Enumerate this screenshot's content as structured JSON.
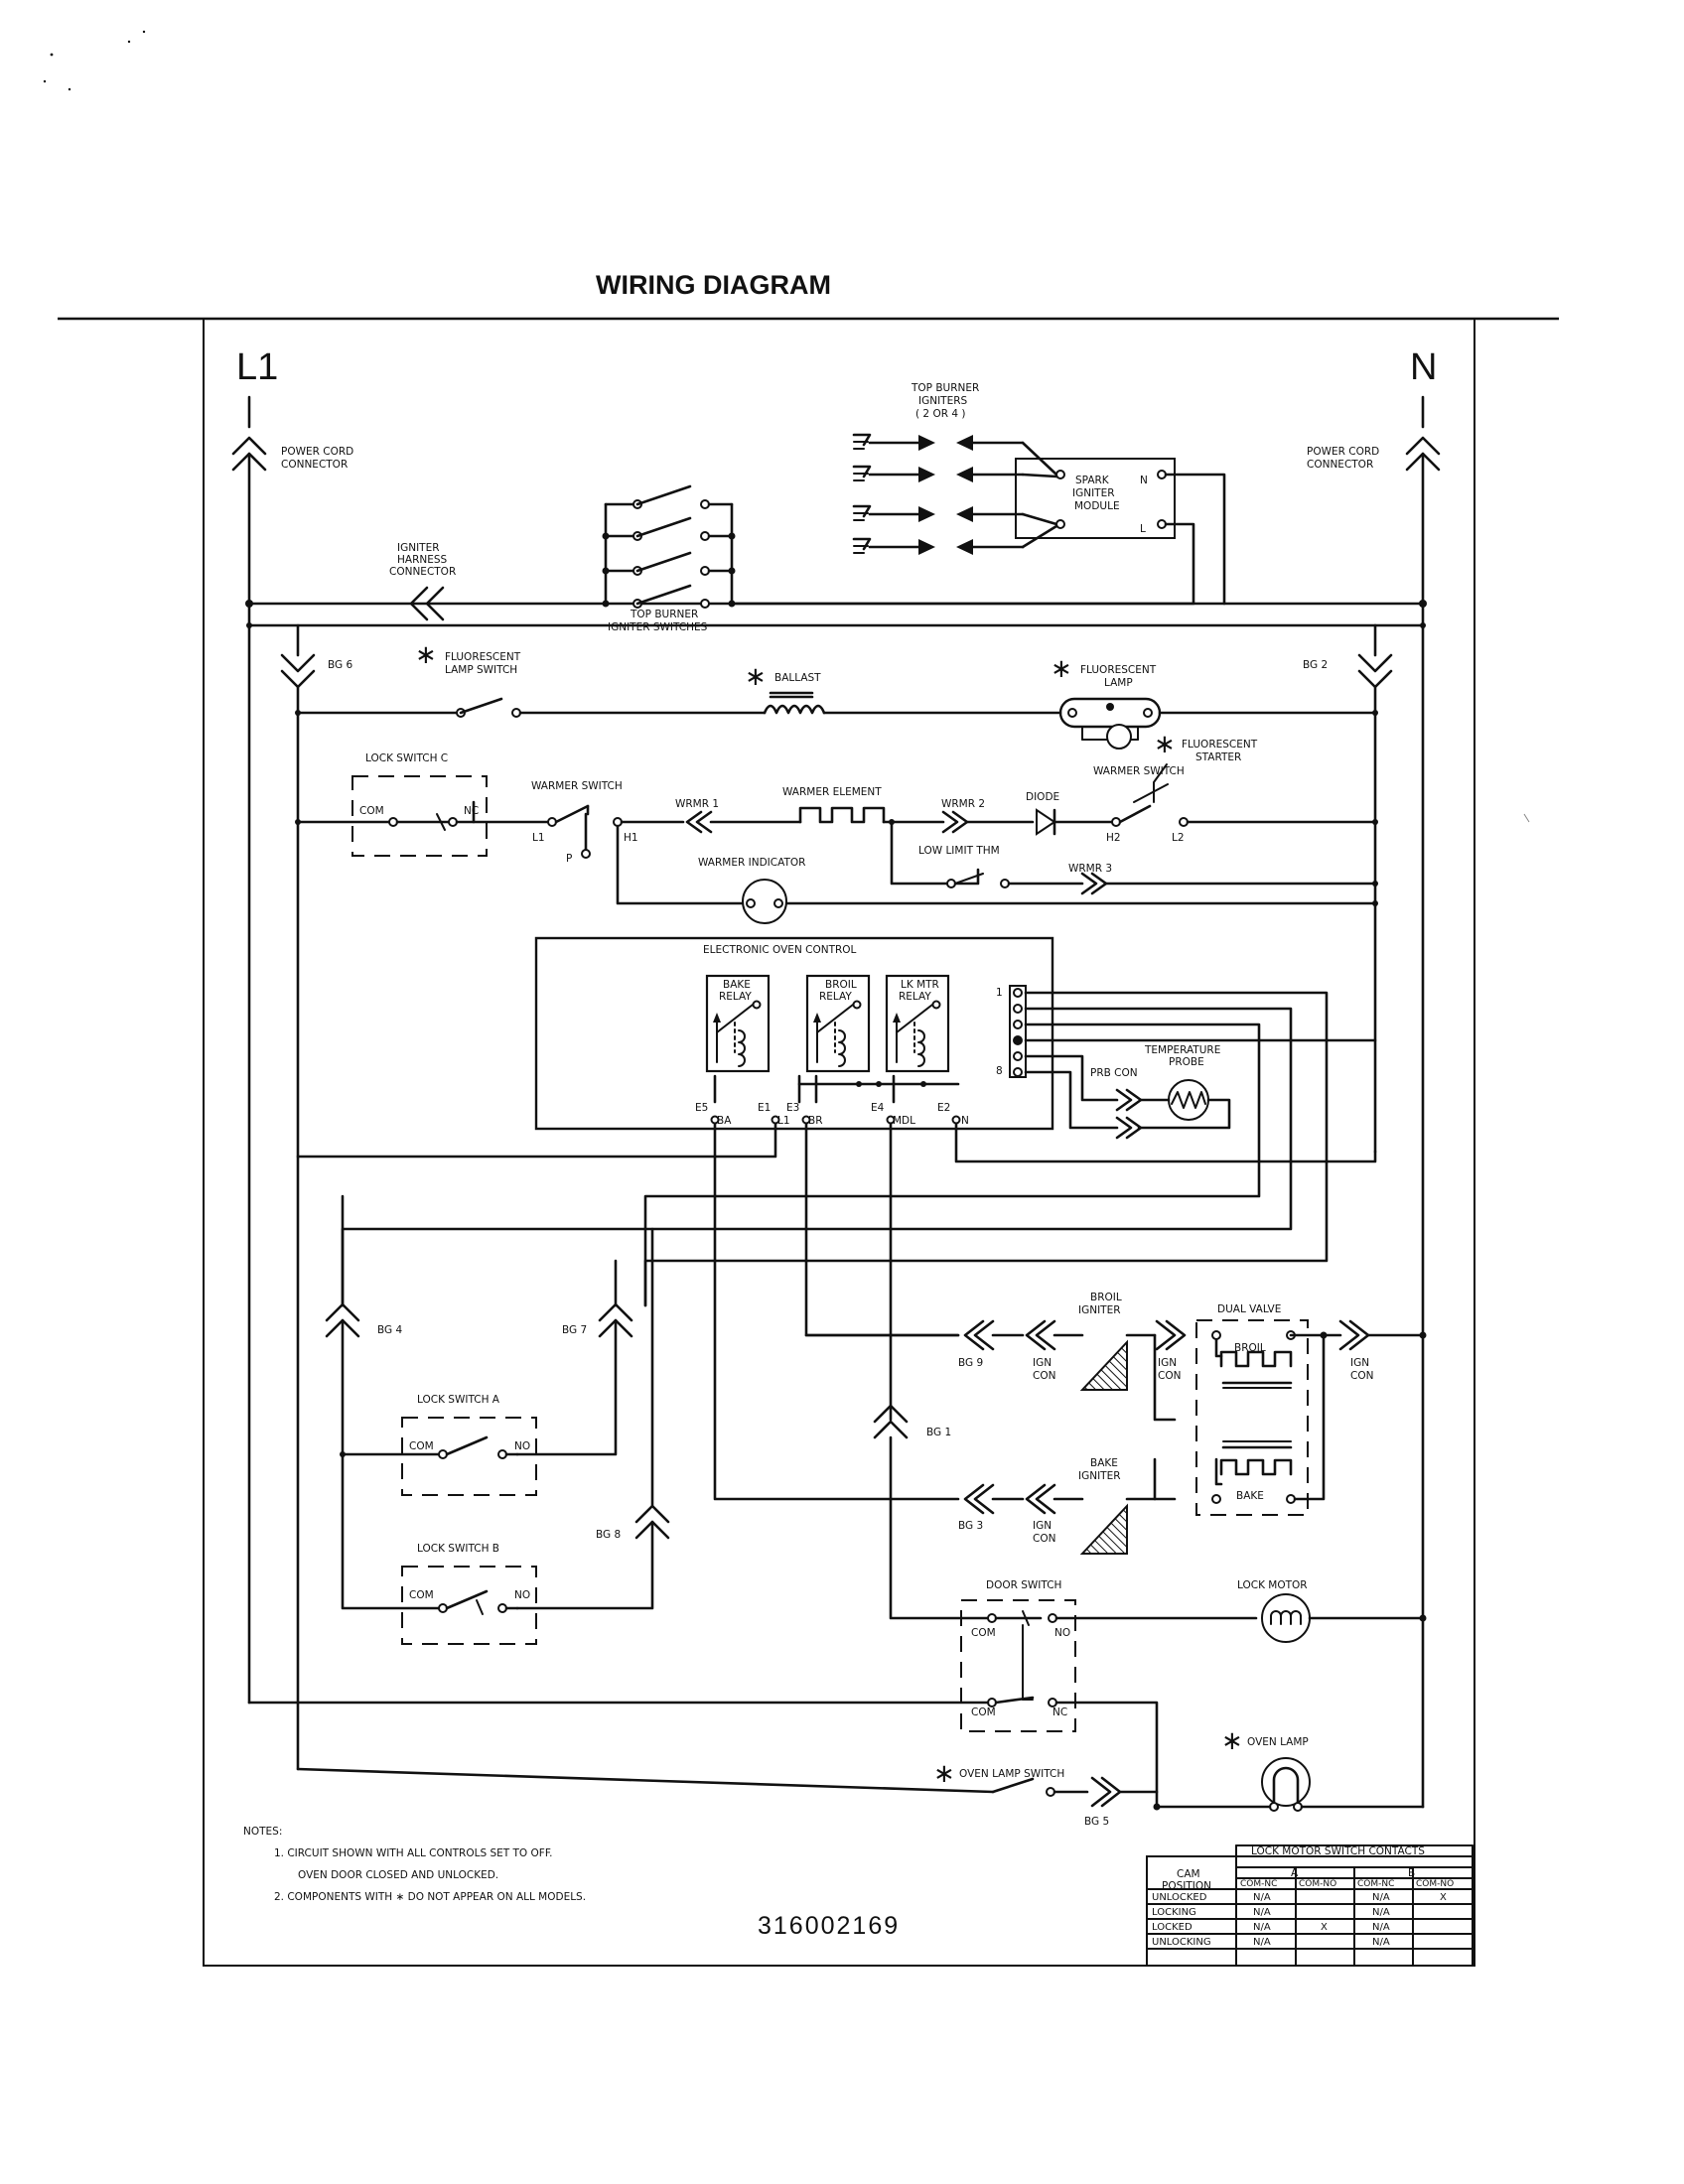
{
  "title": "WIRING DIAGRAM",
  "part_number": "316002169",
  "lines": {
    "l1": "L1",
    "n": "N"
  },
  "labels": {
    "power_cord_left": [
      "POWER CORD",
      "CONNECTOR"
    ],
    "power_cord_right": [
      "POWER CORD",
      "CONNECTOR"
    ],
    "igniter_harness": [
      "IGNITER",
      "HARNESS",
      "CONNECTOR"
    ],
    "top_burner_switches": [
      "TOP BURNER",
      "IGNITER SWITCHES"
    ],
    "top_burner_igniters": [
      "TOP BURNER",
      "IGNITERS",
      "( 2 OR 4 )"
    ],
    "spark_module": [
      "SPARK",
      "IGNITER",
      "MODULE"
    ],
    "spark_n": "N",
    "spark_l": "L",
    "bg6": "BG 6",
    "bg2": "BG 2",
    "fluor_lamp_switch": [
      "FLUORESCENT",
      "LAMP SWITCH"
    ],
    "ballast": "BALLAST",
    "fluor_lamp": [
      "FLUORESCENT",
      "LAMP"
    ],
    "fluor_starter": [
      "FLUORESCENT",
      "STARTER"
    ],
    "lock_switch_c": "LOCK SWITCH C",
    "com": "COM",
    "nc": "NC",
    "no": "NO",
    "warmer_switch_left": "WARMER SWITCH",
    "warmer_switch_right": "WARMER SWITCH",
    "l1_term": "L1",
    "h1": "H1",
    "p": "P",
    "wrmr1": "WRMR 1",
    "warmer_element": "WARMER ELEMENT",
    "wrmr2": "WRMR 2",
    "diode": "DIODE",
    "h2": "H2",
    "l2": "L2",
    "warmer_indicator": "WARMER INDICATOR",
    "low_limit": "LOW LIMIT THM",
    "wrmr3": "WRMR 3",
    "eoc": "ELECTRONIC OVEN CONTROL",
    "bake_relay": [
      "BAKE",
      "RELAY"
    ],
    "broil_relay": [
      "BROIL",
      "RELAY"
    ],
    "lk_relay": [
      "LK MTR",
      "RELAY"
    ],
    "pin1": "1",
    "pin8": "8",
    "prb_con": "PRB CON",
    "temp_probe": [
      "TEMPERATURE",
      "PROBE"
    ],
    "e5": "E5",
    "ba": "BA",
    "e1": "E1",
    "l1_small": "L1",
    "e3": "E3",
    "br": "BR",
    "e4": "E4",
    "mdl": "MDL",
    "e2": "E2",
    "n_small": "N",
    "bg4": "BG 4",
    "bg7": "BG 7",
    "bg8": "BG 8",
    "bg9": "BG 9",
    "bg1": "BG 1",
    "bg3": "BG 3",
    "bg5": "BG 5",
    "lock_switch_a": "LOCK SWITCH A",
    "lock_switch_b": "LOCK SWITCH B",
    "broil_igniter": [
      "BROIL",
      "IGNITER"
    ],
    "bake_igniter": [
      "BAKE",
      "IGNITER"
    ],
    "ign_con": [
      "IGN",
      "CON"
    ],
    "dual_valve": "DUAL VALVE",
    "broil": "BROIL",
    "bake": "BAKE",
    "door_switch": "DOOR SWITCH",
    "lock_motor": "LOCK MOTOR",
    "oven_lamp": "OVEN LAMP",
    "oven_lamp_switch": "OVEN LAMP SWITCH"
  },
  "notes": {
    "heading": "NOTES:",
    "items": [
      "1.  CIRCUIT SHOWN WITH ALL CONTROLS SET TO OFF.",
      "OVEN DOOR CLOSED AND UNLOCKED.",
      "2.  COMPONENTS WITH ∗ DO NOT APPEAR ON ALL MODELS."
    ]
  },
  "lock_table": {
    "title": "LOCK MOTOR SWITCH CONTACTS",
    "cam_position": [
      "CAM",
      "POSITION"
    ],
    "groups": [
      "A",
      "B"
    ],
    "subheaders": [
      "COM-NC",
      "COM-NO",
      "COM-NC",
      "COM-NO"
    ],
    "rows": [
      {
        "name": "UNLOCKED",
        "cells": [
          "N/A",
          "",
          "N/A",
          "X"
        ]
      },
      {
        "name": "LOCKING",
        "cells": [
          "N/A",
          "",
          "N/A",
          ""
        ]
      },
      {
        "name": "LOCKED",
        "cells": [
          "N/A",
          "X",
          "N/A",
          ""
        ]
      },
      {
        "name": "UNLOCKING",
        "cells": [
          "N/A",
          "",
          "N/A",
          ""
        ]
      }
    ]
  }
}
